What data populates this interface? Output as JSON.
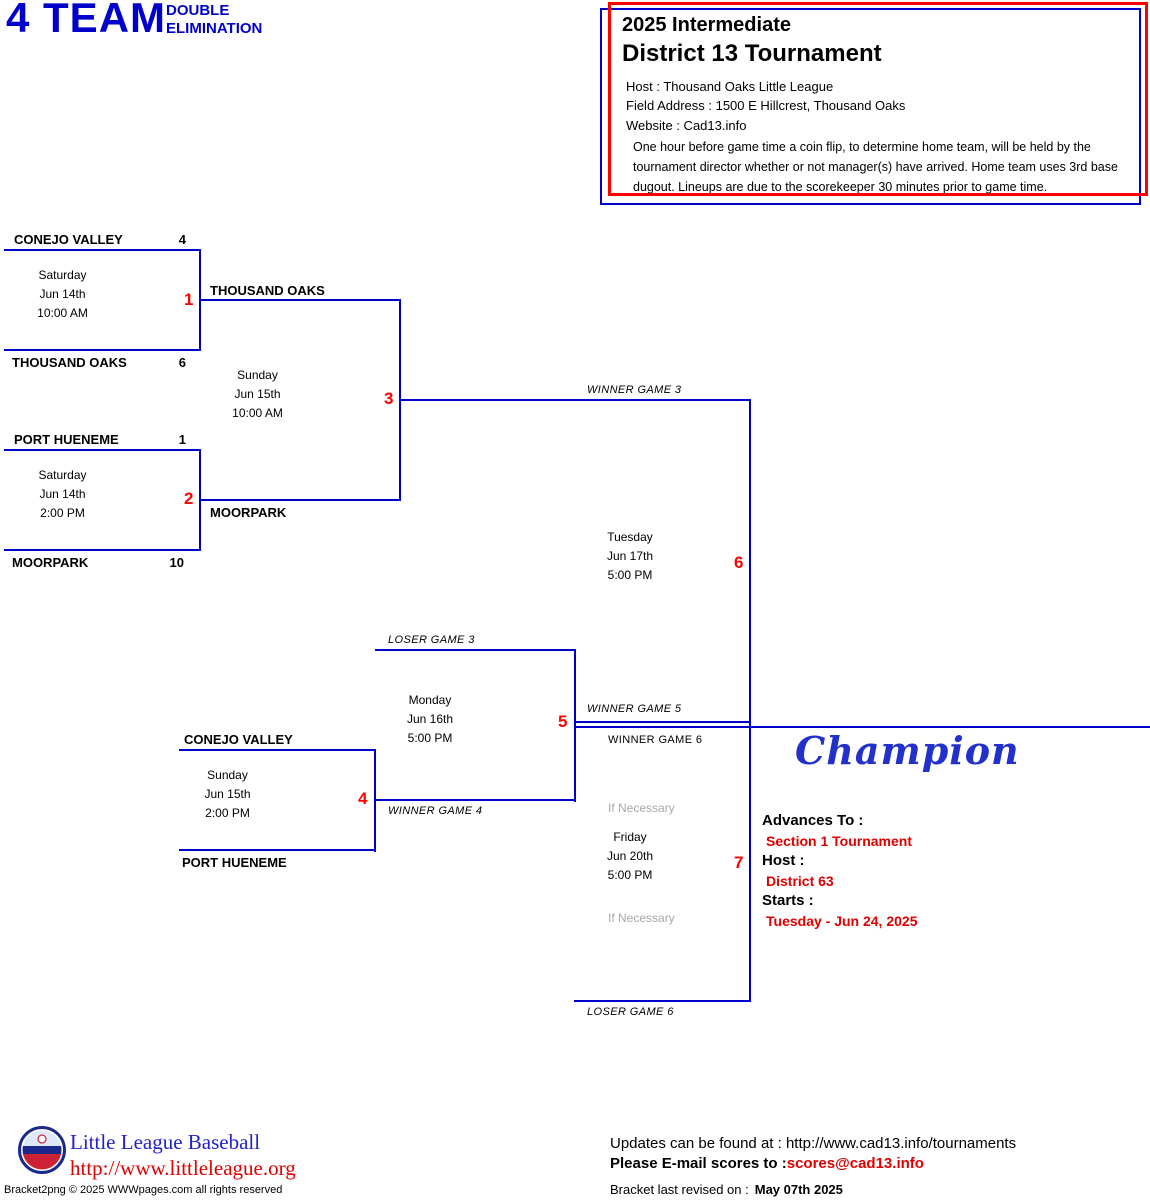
{
  "header": {
    "title": "4 TEAM",
    "subtitle_line1": "DOUBLE",
    "subtitle_line2": "ELIMINATION"
  },
  "info_box": {
    "title_line1": "2025 Intermediate",
    "title_line2": "District 13 Tournament",
    "host_line": "Host : Thousand Oaks Little League",
    "field_line": "Field Address : 1500 E Hillcrest, Thousand Oaks",
    "website_line": "Website : Cad13.info",
    "note": "One hour before game time a coin flip, to determine home team, will be held by the tournament director whether or not manager(s) have arrived. Home team uses 3rd base dugout. Lineups are due to the scorekeeper 30 minutes prior to game time."
  },
  "bracket": {
    "game1": {
      "number": "1",
      "top_team": "CONEJO VALLEY",
      "top_score": "4",
      "bottom_team": "THOUSAND OAKS",
      "bottom_score": "6",
      "day": "Saturday",
      "date": "Jun 14th",
      "time": "10:00 AM",
      "winner": "THOUSAND OAKS"
    },
    "game2": {
      "number": "2",
      "top_team": "PORT HUENEME",
      "top_score": "1",
      "bottom_team": "MOORPARK",
      "bottom_score": "10",
      "day": "Saturday",
      "date": "Jun 14th",
      "time": "2:00 PM",
      "winner": "MOORPARK"
    },
    "game3": {
      "number": "3",
      "day": "Sunday",
      "date": "Jun 15th",
      "time": "10:00 AM",
      "winner_label": "WINNER GAME 3"
    },
    "game4": {
      "number": "4",
      "top_team": "CONEJO VALLEY",
      "bottom_team": "PORT HUENEME",
      "day": "Sunday",
      "date": "Jun 15th",
      "time": "2:00 PM",
      "winner_label": "WINNER GAME 4"
    },
    "game5": {
      "number": "5",
      "top_label": "LOSER GAME 3",
      "day": "Monday",
      "date": "Jun 16th",
      "time": "5:00 PM",
      "winner_label": "WINNER GAME 5"
    },
    "game6": {
      "number": "6",
      "day": "Tuesday",
      "date": "Jun 17th",
      "time": "5:00 PM",
      "winner_label": "WINNER GAME 6"
    },
    "game7": {
      "number": "7",
      "if_necessary_top": "If Necessary",
      "day": "Friday",
      "date": "Jun 20th",
      "time": "5:00 PM",
      "if_necessary_bottom": "If Necessary",
      "loser_label": "LOSER GAME 6"
    },
    "champion_label": "Champion"
  },
  "advance": {
    "advances_to_label": "Advances To :",
    "advances_to_value": "Section 1 Tournament",
    "host_label": "Host :",
    "host_value": "District 63",
    "starts_label": "Starts :",
    "starts_value": "Tuesday - Jun 24, 2025"
  },
  "footer": {
    "org_name": "Little League Baseball",
    "org_url": "http://www.littleleague.org",
    "copyright": "Bracket2png © 2025 WWWpages.com all rights reserved",
    "updates_label": "Updates can be found at : ",
    "updates_url": "http://www.cad13.info/tournaments",
    "email_label": "Please E-mail scores to :",
    "email_value": "scores@cad13.info",
    "revised_label": "Bracket last revised on :",
    "revised_value": "May 07th 2025"
  },
  "colors": {
    "line_blue": "#0000cd",
    "accent_red": "#ff0000",
    "if_necessary_gray": "#a8a8a8"
  }
}
